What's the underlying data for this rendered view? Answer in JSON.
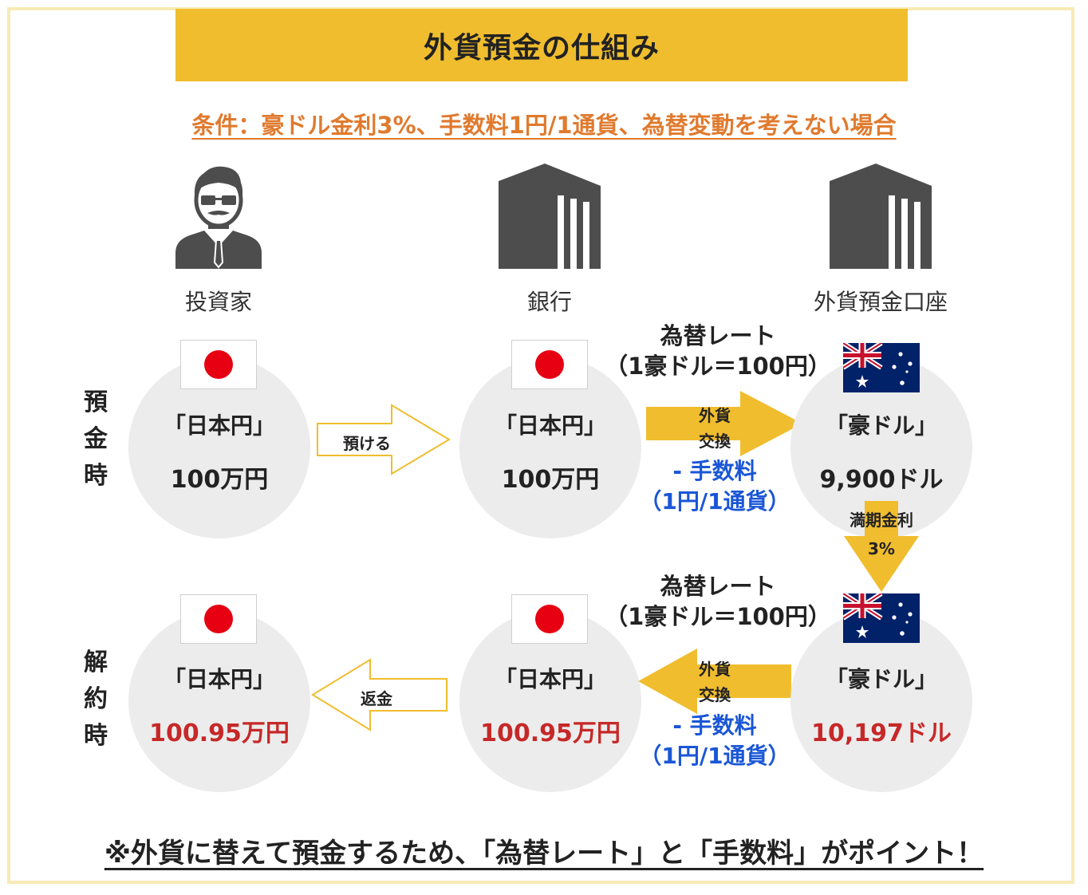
{
  "title": "外貨預金の仕組み",
  "condition": "条件：豪ドル金利3%、手数料1円/1通貨、為替変動を考えない場合",
  "actors": {
    "investor": "投資家",
    "bank": "銀行",
    "account": "外貨預金口座"
  },
  "rows": {
    "deposit_label": [
      "預",
      "金",
      "時"
    ],
    "cancel_label": [
      "解",
      "約",
      "時"
    ]
  },
  "deposit": {
    "investor": {
      "currency": "「日本円」",
      "amount": "100万円"
    },
    "bank": {
      "currency": "「日本円」",
      "amount": "100万円"
    },
    "account": {
      "currency": "「豪ドル」",
      "amount": "9,900ドル"
    },
    "arrow_deposit": "預ける",
    "arrow_exchange": {
      "line1": "外貨",
      "line2": "交換"
    },
    "rate": {
      "line1": "為替レート",
      "line2": "（1豪ドル＝100円）"
    },
    "fee": {
      "line1": "- 手数料",
      "line2": "（1円/1通貨）"
    }
  },
  "interest": {
    "line1": "満期金利",
    "line2": "3%"
  },
  "cancel": {
    "investor": {
      "currency": "「日本円」",
      "amount": "100.95万円"
    },
    "bank": {
      "currency": "「日本円」",
      "amount": "100.95万円"
    },
    "account": {
      "currency": "「豪ドル」",
      "amount": "10,197ドル"
    },
    "arrow_return": "返金",
    "arrow_exchange": {
      "line1": "外貨",
      "line2": "交換"
    },
    "rate": {
      "line1": "為替レート",
      "line2": "（1豪ドル＝100円）"
    },
    "fee": {
      "line1": "- 手数料",
      "line2": "（1円/1通貨）"
    }
  },
  "footnote": "※外貨に替えて預金するため、「為替レート」と「手数料」がポイント！",
  "colors": {
    "title_bg": "#f0bd2e",
    "condition": "#e07a2e",
    "arrow_yellow": "#f0bd2e",
    "fee_blue": "#1a56d6",
    "result_red": "#c62828",
    "circle": "#ececec",
    "icon": "#4d4d4d"
  }
}
